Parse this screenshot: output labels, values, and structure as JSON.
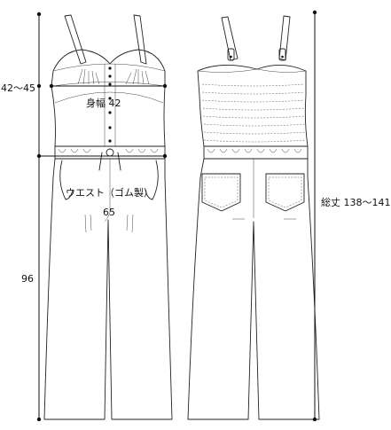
{
  "dimensions": {
    "bust_depth": "42～45",
    "body_width": "身幅 42",
    "waist_label": "ウエスト（ゴム製）",
    "waist_value": "65",
    "inseam": "96",
    "total_length": "総丈 138～141"
  },
  "views": [
    "front-view",
    "back-view"
  ]
}
